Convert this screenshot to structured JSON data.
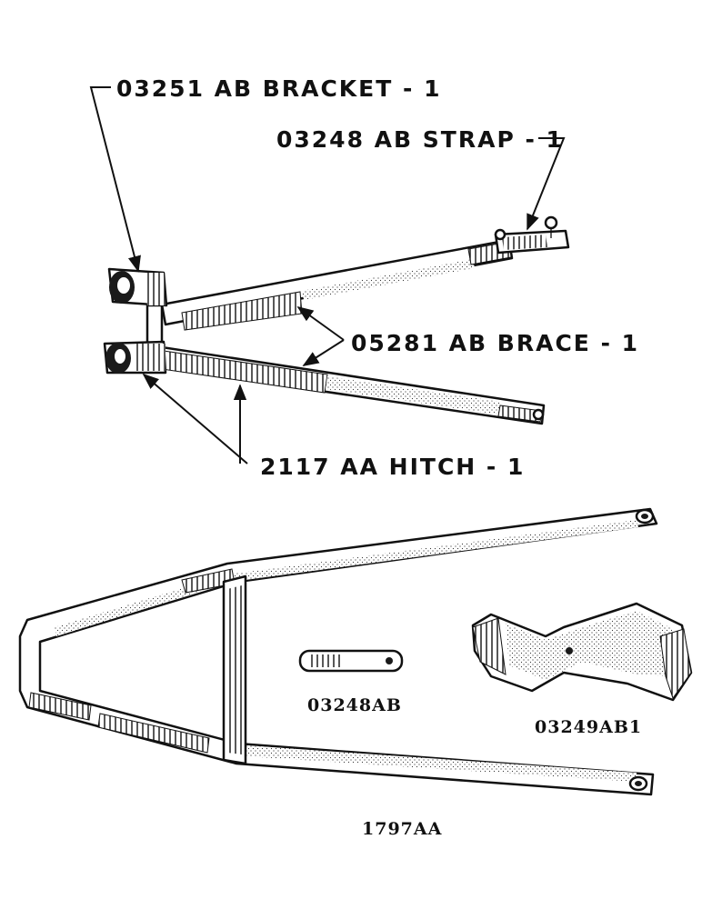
{
  "callouts": {
    "bracket": "03251 AB BRACKET - 1",
    "strap": "03248 AB STRAP - 1",
    "brace": "05281 AB BRACE - 1",
    "hitch": "2117 AA HITCH - 1"
  },
  "parts": {
    "strap_part": "03248AB",
    "bracket_part": "03249AB1",
    "hitch_part": "1797AA"
  }
}
